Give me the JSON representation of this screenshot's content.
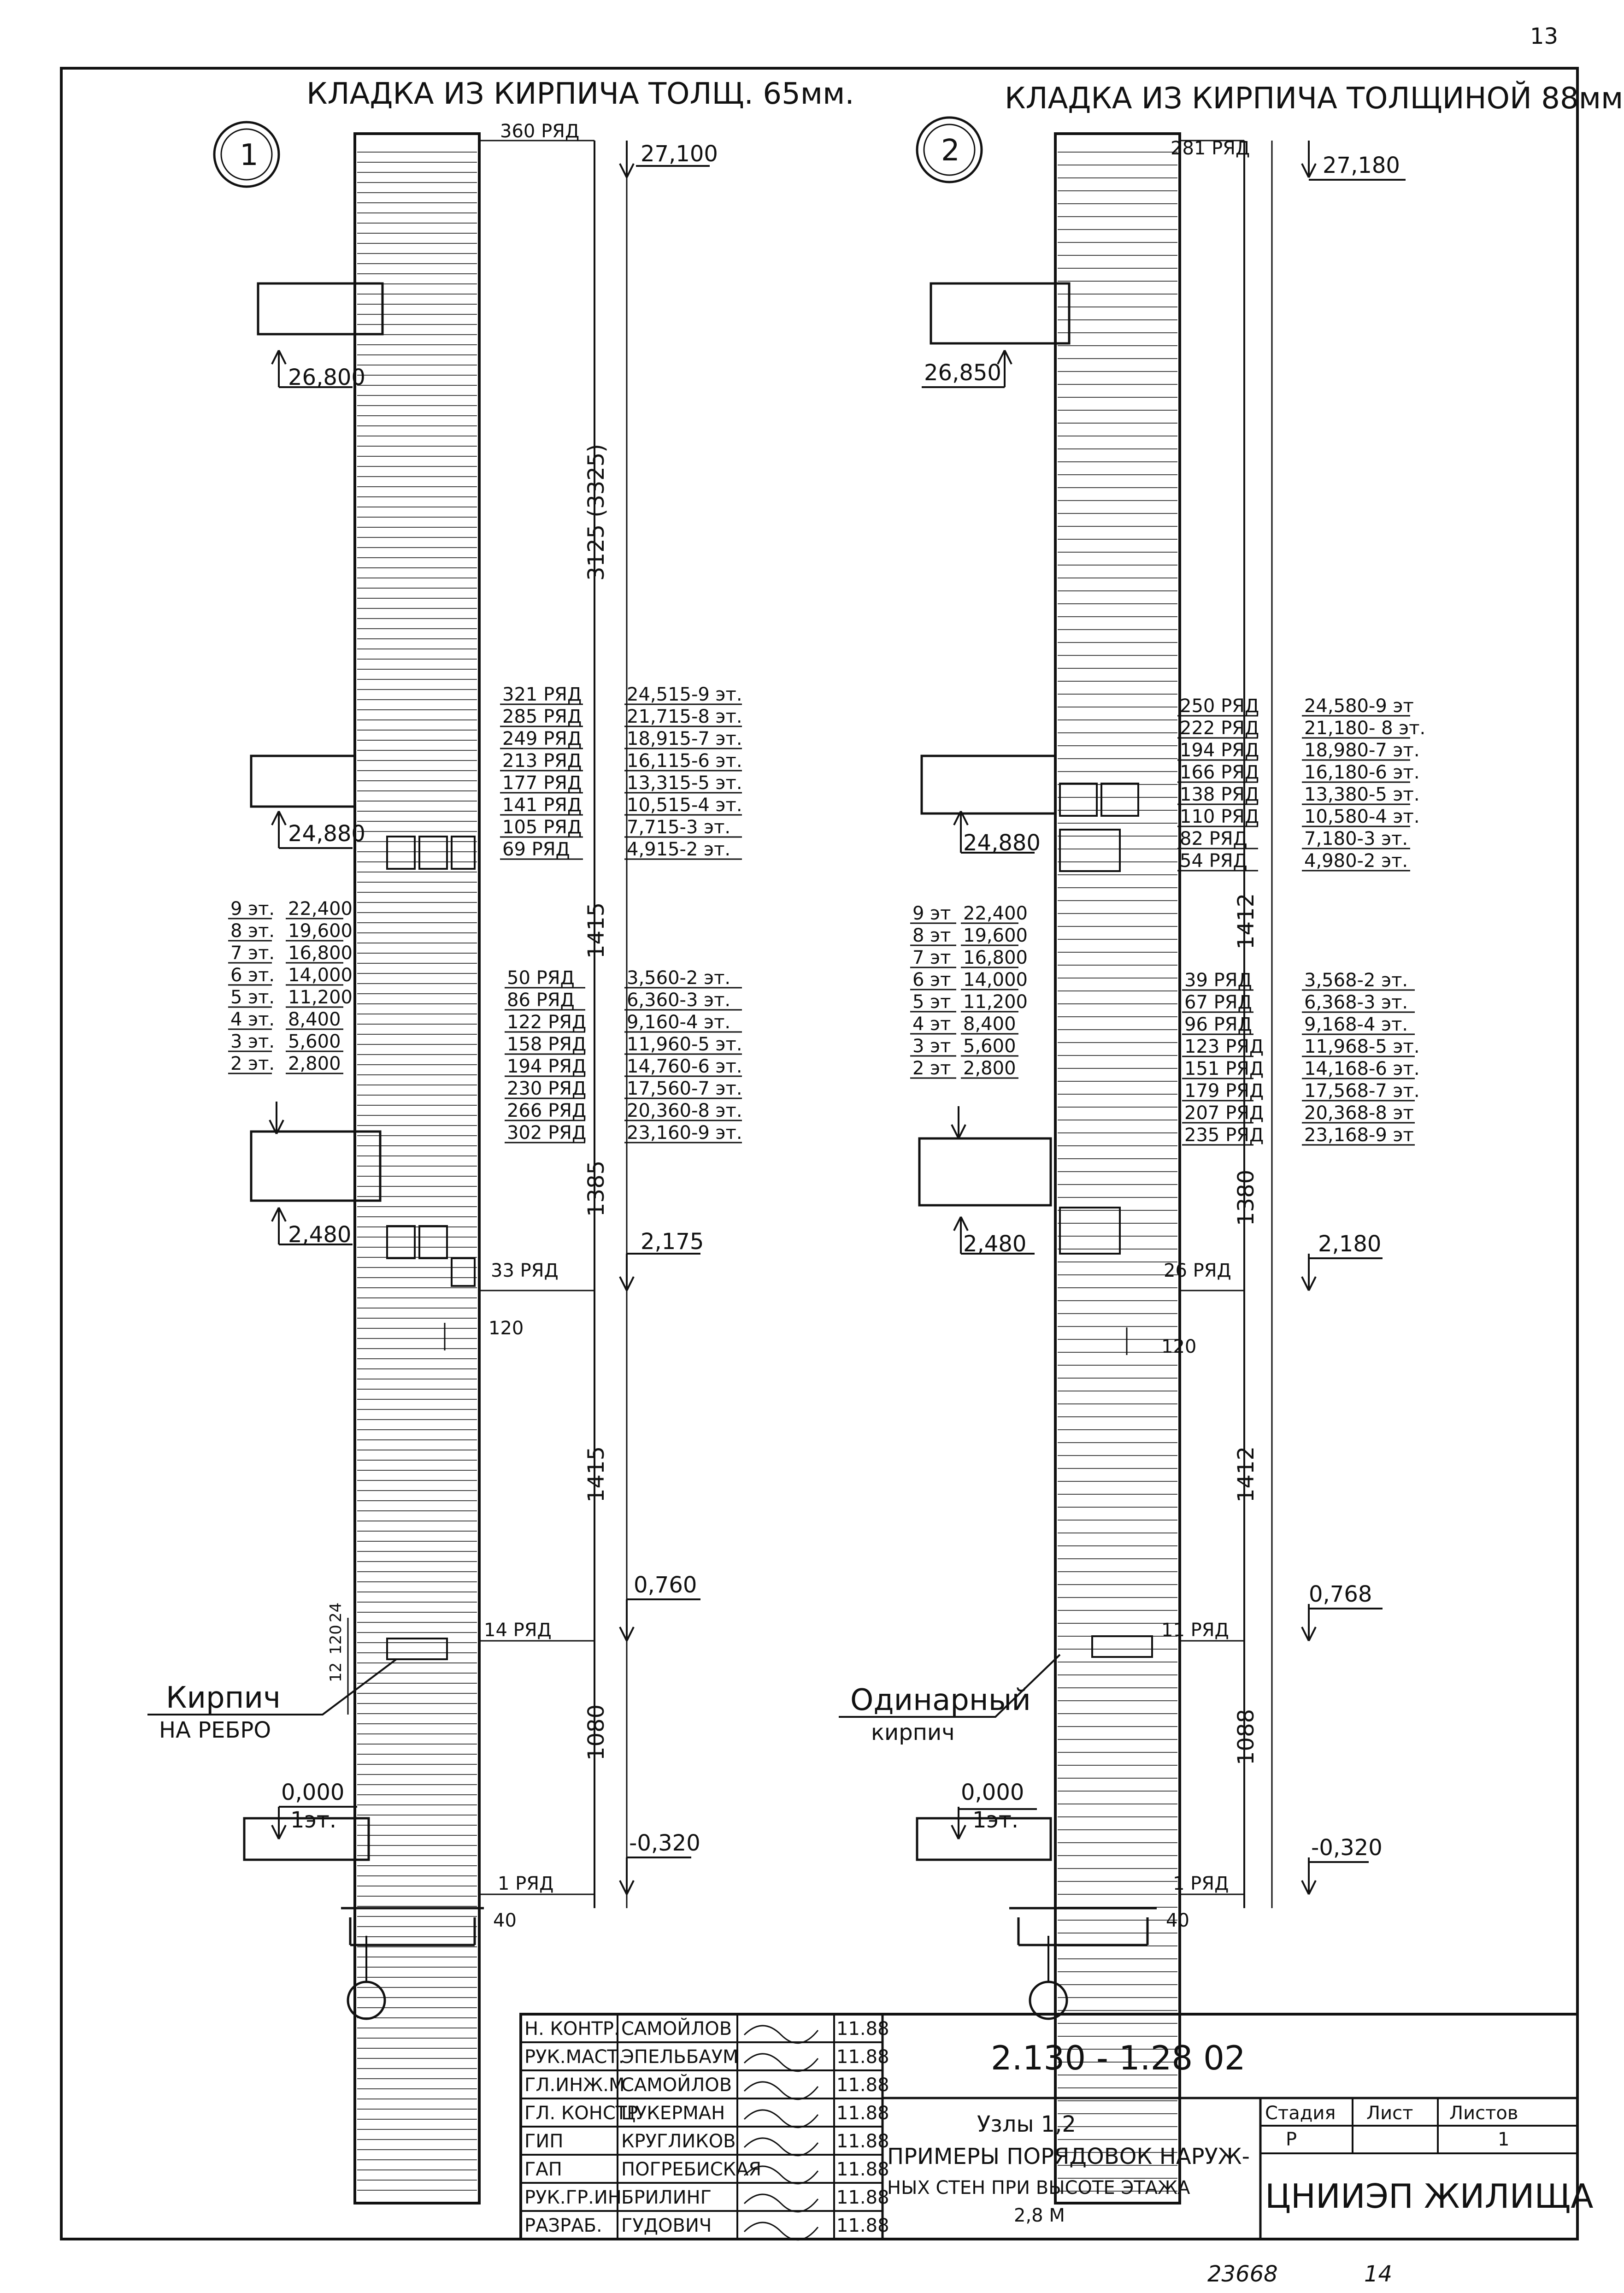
{
  "page_number": "13",
  "node1": {
    "title": "КЛАДКА ИЗ КИРПИЧА ТОЛЩ. 65мм.",
    "marker": "1",
    "top_row": "360 РЯД",
    "top_elev": "27,100",
    "parapet_elev": "26,800",
    "dim_top": "3125 (3325)",
    "dim_mid": "1415",
    "dim_low": "1385",
    "dim_1415b": "1415",
    "dim_1080": "1080",
    "upper_rows": [
      "321 РЯД",
      "285 РЯД",
      "249 РЯД",
      "213 РЯД",
      "177 РЯД",
      "141 РЯД",
      "105 РЯД",
      "69 РЯД"
    ],
    "upper_elevs": [
      "24,515-9 эт.",
      "21,715-8 эт.",
      "18,915-7 эт.",
      "16,115-6 эт.",
      "13,315-5 эт.",
      "10,515-4 эт.",
      "7,715-3 эт.",
      "4,915-2 эт."
    ],
    "slab_elev_upper": "24,880",
    "floors": [
      "9 эт.",
      "8 эт.",
      "7 эт.",
      "6 эт.",
      "5 эт.",
      "4 эт.",
      "3 эт.",
      "2 эт."
    ],
    "floor_elevs": [
      "22,400",
      "19,600",
      "16,800",
      "14,000",
      "11,200",
      "8,400",
      "5,600",
      "2,800"
    ],
    "lower_rows": [
      "50 РЯД",
      "86 РЯД",
      "122 РЯД",
      "158 РЯД",
      "194 РЯД",
      "230 РЯД",
      "266 РЯД",
      "302 РЯД"
    ],
    "lower_elevs": [
      "3,560-2 эт.",
      "6,360-3 эт.",
      "9,160-4 эт.",
      "11,960-5 эт.",
      "14,760-6 эт.",
      "17,560-7 эт.",
      "20,360-8 эт.",
      "23,160-9 эт."
    ],
    "slab_elev_lower": "2,480",
    "row33": "33 РЯД",
    "elev_2175": "2,175",
    "dim_120": "120",
    "row14": "14 РЯД",
    "elev_0760": "0,760",
    "small_dims": [
      "12",
      "120",
      "24"
    ],
    "note_1": "Кирпич",
    "note_2": "НА РЕБРО",
    "zero_elev": "0,000",
    "first_floor": "1эт.",
    "minus_elev": "-0,320",
    "row1": "1 РЯД",
    "dim_40": "40"
  },
  "node2": {
    "title": "КЛАДКА ИЗ КИРПИЧА ТОЛЩИНОЙ 88мм.",
    "marker": "2",
    "top_row": "281 РЯД",
    "top_elev": "27,180",
    "parapet_elev": "26,850",
    "dim_mid": "1412",
    "dim_low": "1380",
    "dim_1412b": "1412",
    "dim_1088": "1088",
    "upper_rows": [
      "250 РЯД",
      "222 РЯД",
      "194 РЯД",
      "166 РЯД",
      "138 РЯД",
      "110 РЯД",
      "82 РЯД",
      "54 РЯД"
    ],
    "upper_elevs": [
      "24,580-9 эт",
      "21,180- 8 эт.",
      "18,980-7 эт.",
      "16,180-6 эт.",
      "13,380-5 эт.",
      "10,580-4 эт.",
      "7,180-3 эт.",
      "4,980-2 эт."
    ],
    "slab_elev_upper": "24,880",
    "floors": [
      "9 эт",
      "8 эт",
      "7 эт",
      "6 эт",
      "5 эт",
      "4 эт",
      "3 эт",
      "2 эт"
    ],
    "floor_elevs": [
      "22,400",
      "19,600",
      "16,800",
      "14,000",
      "11,200",
      "8,400",
      "5,600",
      "2,800"
    ],
    "lower_rows": [
      "39 РЯД",
      "67 РЯД",
      "96 РЯД",
      "123 РЯД",
      "151 РЯД",
      "179 РЯД",
      "207 РЯД",
      "235 РЯД"
    ],
    "lower_elevs": [
      "3,568-2 эт.",
      "6,368-3 эт.",
      "9,168-4 эт.",
      "11,968-5 эт.",
      "14,168-6 эт.",
      "17,568-7 эт.",
      "20,368-8 эт",
      "23,168-9 эт"
    ],
    "slab_elev_lower": "2,480",
    "row26": "26 РЯД",
    "elev_2180": "2,180",
    "dim_120": "120",
    "row11": "11 РЯД",
    "elev_0768": "0,768",
    "note_1": "Одинарный",
    "note_2": "кирпич",
    "zero_elev": "0,000",
    "first_floor": "1эт.",
    "minus_elev": "-0,320",
    "row1": "1 РЯД",
    "dim_40": "40"
  },
  "title_block": {
    "roles": [
      "Н. КОНТР.",
      "РУК.МАСТ.",
      "ГЛ.ИНЖ.М",
      "ГЛ. КОНСТР",
      "ГИП",
      "ГАП",
      "РУК.ГР.ИН",
      "РАЗРАБ."
    ],
    "names": [
      "САМОЙЛОВ",
      "ЭПЕЛЬБАУМ",
      "САМОЙЛОВ",
      "ЦУКЕРМАН",
      "КРУГЛИКОВ",
      "ПОГРЕБИСКАЯ",
      "БРИЛИНГ",
      "ГУДОВИЧ"
    ],
    "dates": [
      "11.88",
      "11.88",
      "11.88",
      "11.88",
      "11.88",
      "11.88",
      "11.88",
      "11.88"
    ],
    "doc_code": "2.130 - 1.28  02",
    "sheet_title_1": "Узлы 1,2",
    "sheet_title_2": "ПРИМЕРЫ ПОРЯДОВОК НАРУЖ-",
    "sheet_title_3": "НЫХ СТЕН  ПРИ ВЫСОТЕ ЭТАЖА",
    "sheet_title_4": "2,8 М",
    "stage_label": "Стадия",
    "sheet_label": "Лист",
    "sheets_label": "Листов",
    "stage_value": "Р",
    "sheets_value": "1",
    "organization": "ЦНИИЭП ЖИЛИЩА"
  },
  "footer_number": "23668",
  "footer_sheet": "14"
}
